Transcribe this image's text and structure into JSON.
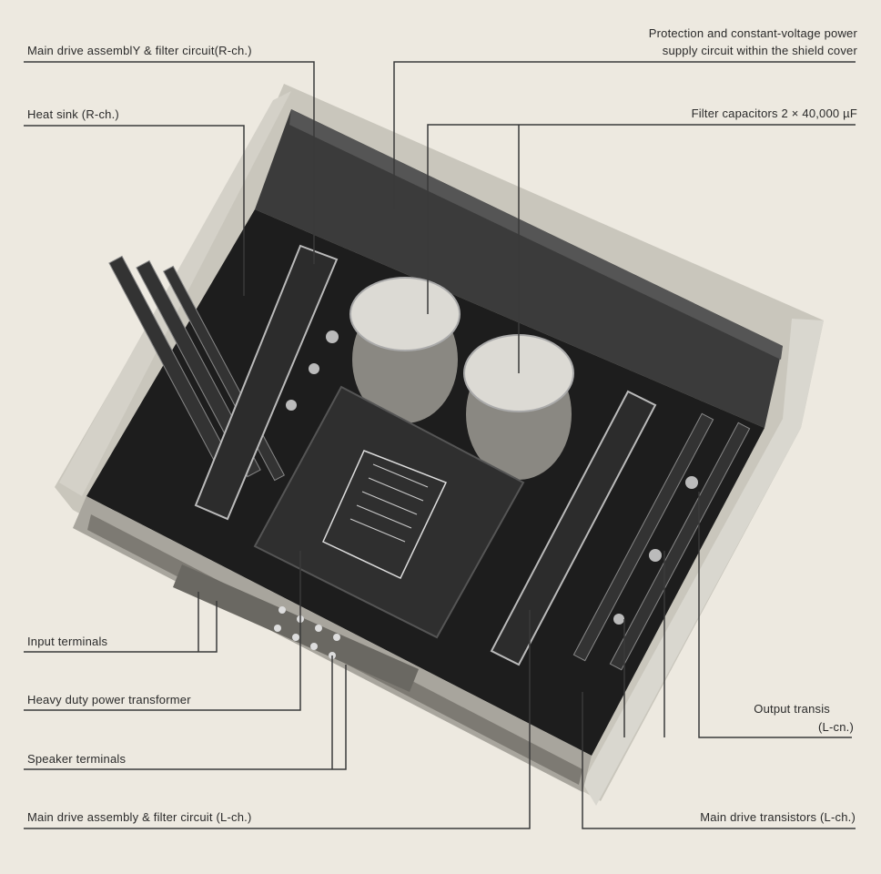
{
  "labels": {
    "main_drive_r": "Main drive assemblY & filter circuit(R-ch.)",
    "heat_sink_r": "Heat sink (R-ch.)",
    "protection_line1": "Protection and constant-voltage power",
    "protection_line2": "supply circuit within the shield cover",
    "filter_caps": "Filter capacitors 2 × 40,000 µF",
    "input_terminals": "Input terminals",
    "power_transformer": "Heavy duty power transformer",
    "speaker_terminals": "Speaker terminals",
    "main_drive_l": "Main drive assembly & filter circuit (L-ch.)",
    "output_line1": "Output transis",
    "output_line2": "(L-cn.)",
    "drive_transistors_l": "Main drive transistors (L-ch.)"
  },
  "colors": {
    "background": "#ede9e0",
    "chassis_frame": "#c9c6bc",
    "interior": "#1c1c1c",
    "shield_cover": "#3a3a3a",
    "capacitor": "#d8d6d0",
    "leader_line": "#3a3a3a"
  }
}
